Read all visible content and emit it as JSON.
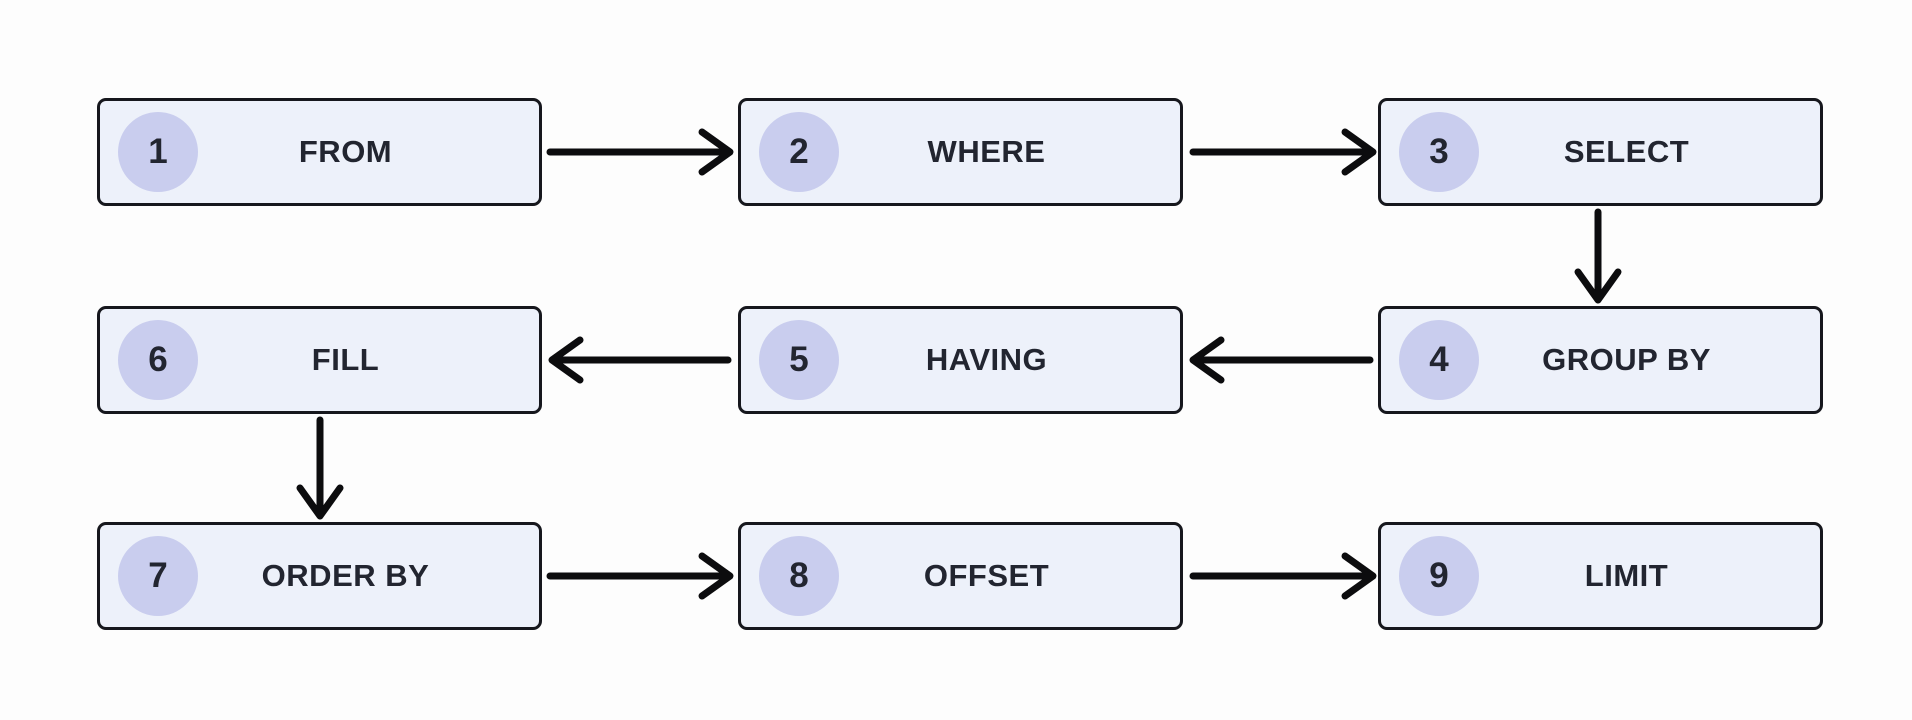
{
  "colors": {
    "page-bg": "#fdfdfd",
    "box-fill": "#edf1fa",
    "box-border": "#16171d",
    "badge-fill": "#c9cdee",
    "text": "#222530",
    "arrow": "#0c0c0e"
  },
  "diagram": {
    "nodes": [
      {
        "number": "1",
        "label": "FROM"
      },
      {
        "number": "2",
        "label": "WHERE"
      },
      {
        "number": "3",
        "label": "SELECT"
      },
      {
        "number": "4",
        "label": "GROUP BY"
      },
      {
        "number": "5",
        "label": "HAVING"
      },
      {
        "number": "6",
        "label": "FILL"
      },
      {
        "number": "7",
        "label": "ORDER BY"
      },
      {
        "number": "8",
        "label": "OFFSET"
      },
      {
        "number": "9",
        "label": "LIMIT"
      }
    ],
    "edges": [
      {
        "from": "FROM",
        "to": "WHERE"
      },
      {
        "from": "WHERE",
        "to": "SELECT"
      },
      {
        "from": "SELECT",
        "to": "GROUP BY"
      },
      {
        "from": "GROUP BY",
        "to": "HAVING"
      },
      {
        "from": "HAVING",
        "to": "FILL"
      },
      {
        "from": "FILL",
        "to": "ORDER BY"
      },
      {
        "from": "ORDER BY",
        "to": "OFFSET"
      },
      {
        "from": "OFFSET",
        "to": "LIMIT"
      }
    ]
  }
}
